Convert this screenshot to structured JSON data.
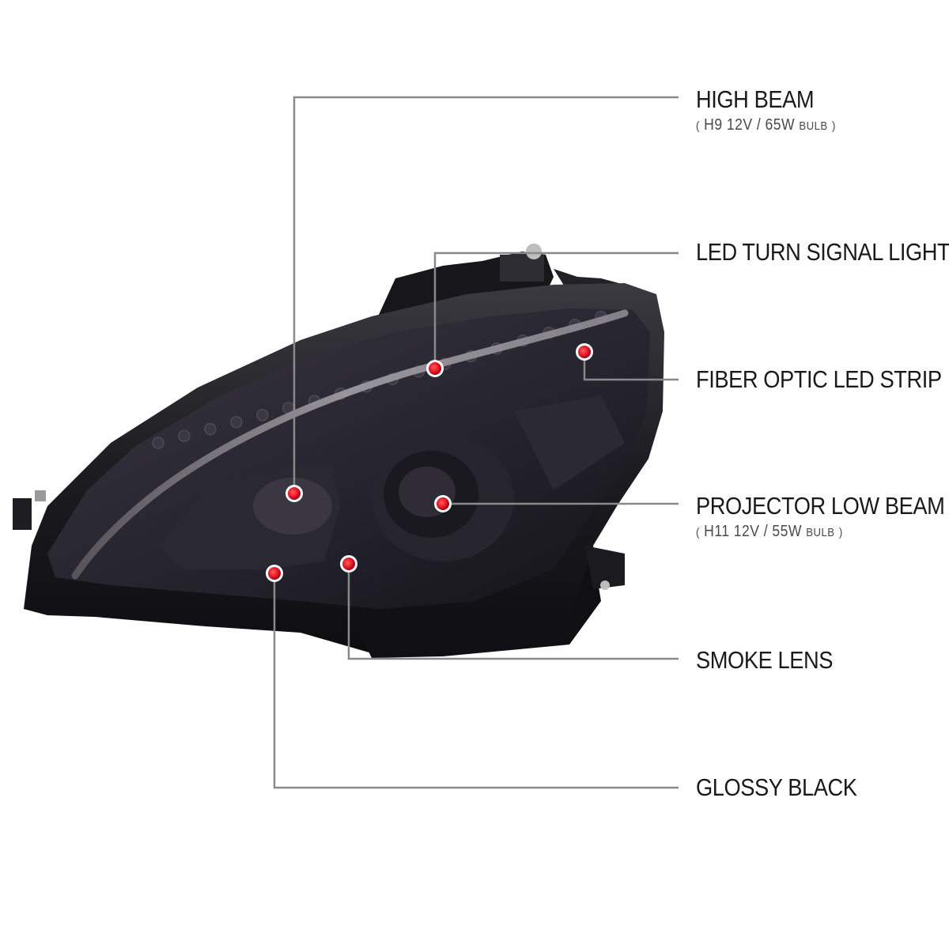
{
  "callouts": [
    {
      "id": "high-beam",
      "title": "HIGH BEAM",
      "sub_paren_open": "(",
      "sub_main": "H9  12V / 65W",
      "sub_unit": "BULB",
      "sub_paren_close": ")"
    },
    {
      "id": "led-turn-signal",
      "title": "LED TURN SIGNAL LIGHT"
    },
    {
      "id": "fiber-optic",
      "title": "FIBER OPTIC LED STRIP"
    },
    {
      "id": "projector-low-beam",
      "title": "PROJECTOR LOW BEAM",
      "sub_paren_open": "(",
      "sub_main": "H11  12V / 55W",
      "sub_unit": "BULB",
      "sub_paren_close": ")"
    },
    {
      "id": "smoke-lens",
      "title": "SMOKE LENS"
    },
    {
      "id": "glossy-black",
      "title": "GLOSSY BLACK"
    }
  ],
  "colors": {
    "leader_line": "#8a8a8a",
    "leader_accent": "#c1121f",
    "marker": "#e01020",
    "housing": "#1b1c20",
    "lens_smoke": "#2c2a33",
    "led_strip": "#8d8a92"
  }
}
